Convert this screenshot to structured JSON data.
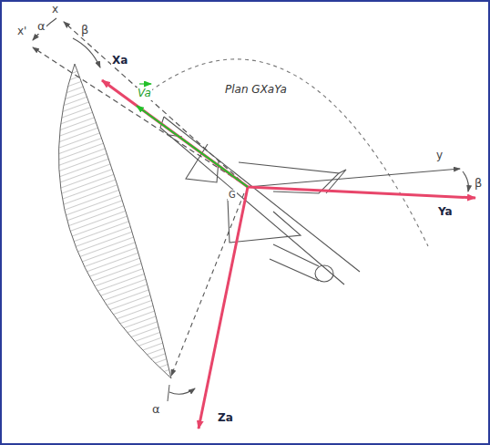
{
  "diagram": {
    "labels": [
      "x",
      "x'",
      "α",
      "β",
      "Xa",
      "Va",
      "Plan GXaYa",
      "G",
      "y",
      "β",
      "Ya",
      "Za",
      "α"
    ]
  }
}
